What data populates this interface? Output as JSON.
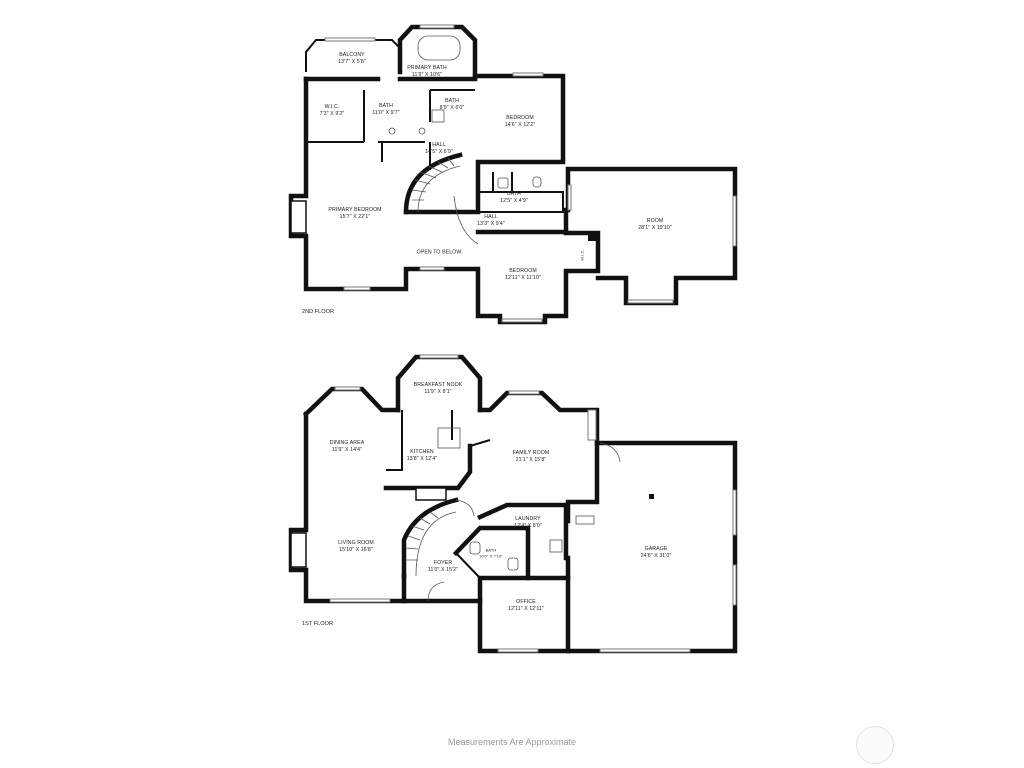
{
  "floors": [
    {
      "key": "second",
      "name": "2ND FLOOR",
      "rooms": [
        {
          "id": "balcony",
          "name": "BALCONY",
          "dims": "13'7\" X 5'8\""
        },
        {
          "id": "primary-bath",
          "name": "PRIMARY BATH",
          "dims": "11'9\" X 10'6\""
        },
        {
          "id": "wic",
          "name": "W.I.C.",
          "dims": "7'3\" X 9'2\""
        },
        {
          "id": "bath-a",
          "name": "BATH",
          "dims": "11'0\" X 9'7\""
        },
        {
          "id": "bath-b",
          "name": "BATH",
          "dims": "8'9\" X 6'0\""
        },
        {
          "id": "bedroom-1",
          "name": "BEDROOM",
          "dims": "14'6\" X 12'2\""
        },
        {
          "id": "hall-upper",
          "name": "HALL",
          "dims": "14'5\" X 6'9\""
        },
        {
          "id": "bath-c",
          "name": "BATH",
          "dims": "12'5\" X 4'9\""
        },
        {
          "id": "primary-bedroom",
          "name": "PRIMARY BEDROOM",
          "dims": "15'7\" X 22'1\""
        },
        {
          "id": "hall-lower",
          "name": "HALL",
          "dims": "13'3\" X 9'4\""
        },
        {
          "id": "room",
          "name": "ROOM",
          "dims": "28'1\" X 19'10\""
        },
        {
          "id": "open-to-below",
          "name": "OPEN TO BELOW",
          "dims": ""
        },
        {
          "id": "bedroom-2",
          "name": "BEDROOM",
          "dims": "12'11\" X 11'10\""
        },
        {
          "id": "wic-small",
          "name": "W.I.C.",
          "dims": ""
        }
      ]
    },
    {
      "key": "first",
      "name": "1ST FLOOR",
      "rooms": [
        {
          "id": "breakfast-nook",
          "name": "BREAKFAST NOOK",
          "dims": "11'9\" X 8'1\""
        },
        {
          "id": "dining-area",
          "name": "DINING AREA",
          "dims": "11'9\" X 14'4\""
        },
        {
          "id": "kitchen",
          "name": "KITCHEN",
          "dims": "13'8\" X 12'4\""
        },
        {
          "id": "family-room",
          "name": "FAMILY ROOM",
          "dims": "21'1\" X 15'8\""
        },
        {
          "id": "laundry",
          "name": "LAUNDRY",
          "dims": "12'4\" X 8'0\""
        },
        {
          "id": "living-room",
          "name": "LIVING ROOM",
          "dims": "15'10\" X 16'8\""
        },
        {
          "id": "bath",
          "name": "BATH",
          "dims": "10'0\" X 7'10\""
        },
        {
          "id": "garage",
          "name": "GARAGE",
          "dims": "24'8\" X 31'0\""
        },
        {
          "id": "foyer",
          "name": "FOYER",
          "dims": "11'0\" X 15'2\""
        },
        {
          "id": "office",
          "name": "OFFICE",
          "dims": "12'11\" X 12'11\""
        }
      ]
    }
  ],
  "footer": {
    "note": "Measurements Are Approximate"
  }
}
